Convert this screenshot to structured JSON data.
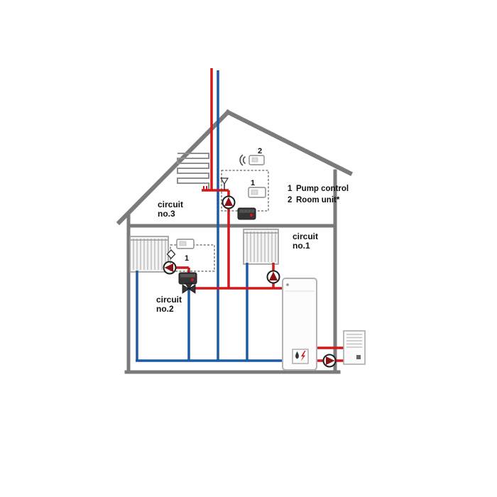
{
  "labels": {
    "circuit3": {
      "line1": "circuit",
      "line2": "no.3"
    },
    "circuit2": {
      "line1": "circuit",
      "line2": "no.2"
    },
    "circuit1": {
      "line1": "circuit",
      "line2": "no.1"
    }
  },
  "legend": {
    "items": [
      {
        "num": "1",
        "text": "Pump control"
      },
      {
        "num": "2",
        "text": "Room unit*"
      }
    ]
  },
  "callouts": {
    "attic_pump_control": "1",
    "wireless_room_unit": "2",
    "floor_pump_control": "1"
  },
  "colors": {
    "supply": "#cf1a1d",
    "return": "#1d5aa6",
    "structure": "#7b7b7b",
    "pump": "#8c1114",
    "device": "#343434",
    "device_led": "#d0161c"
  },
  "icons": {
    "wireless_signal": "radio-waves",
    "air_vent": "air-vent-triangle",
    "boiler_energy": "water-drop-and-lightning",
    "flow_sensor": "diamond-sensor"
  }
}
